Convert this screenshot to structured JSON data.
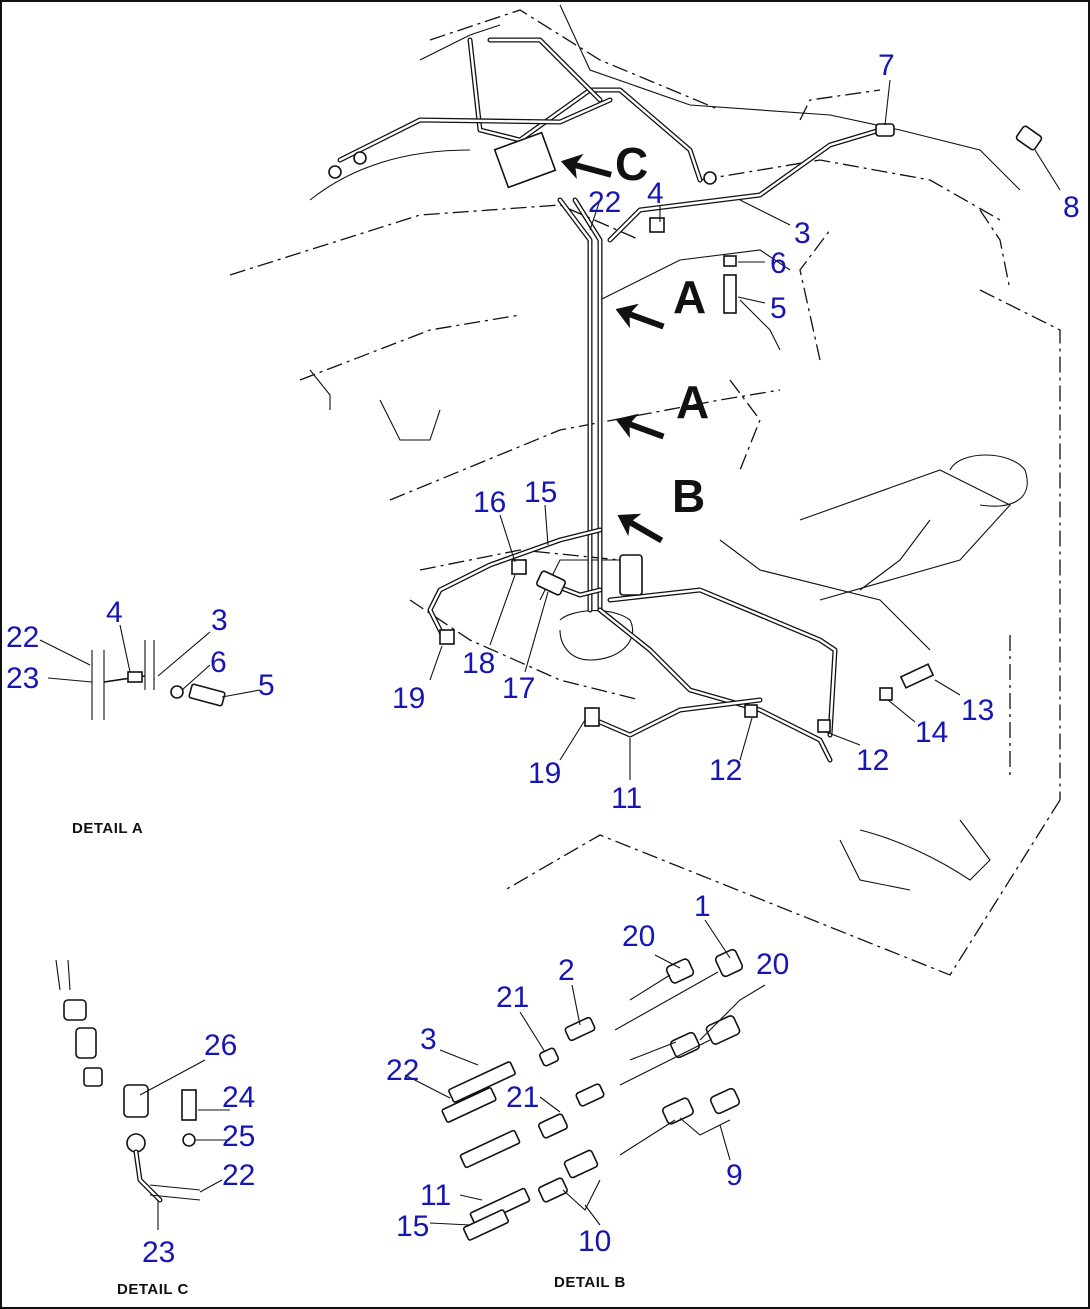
{
  "callouts": {
    "c7": "7",
    "c8": "8",
    "c22a": "22",
    "c4a": "4",
    "c3a": "3",
    "c6a": "6",
    "c5a": "5",
    "c16": "16",
    "c15a": "15",
    "c18": "18",
    "c17": "17",
    "c19a": "19",
    "c19b": "19",
    "c11a": "11",
    "c12a": "12",
    "c12b": "12",
    "c14": "14",
    "c13": "13",
    "dA22": "22",
    "dA23": "23",
    "dA4": "4",
    "dA3": "3",
    "dA6": "6",
    "dA5": "5",
    "dC26": "26",
    "dC24": "24",
    "dC25": "25",
    "dC22": "22",
    "dC23": "23",
    "dB1": "1",
    "dB20a": "20",
    "dB20b": "20",
    "dB2": "2",
    "dB21a": "21",
    "dB21b": "21",
    "dB3": "3",
    "dB22": "22",
    "dB9": "9",
    "dB11": "11",
    "dB15": "15",
    "dB10": "10"
  },
  "view_letters": {
    "C": "C",
    "A1": "A",
    "A2": "A",
    "B": "B"
  },
  "captions": {
    "detail_a": "DETAIL A",
    "detail_b": "DETAIL B",
    "detail_c": "DETAIL C"
  },
  "colors": {
    "callout": "#1616b4",
    "linework": "#111111"
  }
}
